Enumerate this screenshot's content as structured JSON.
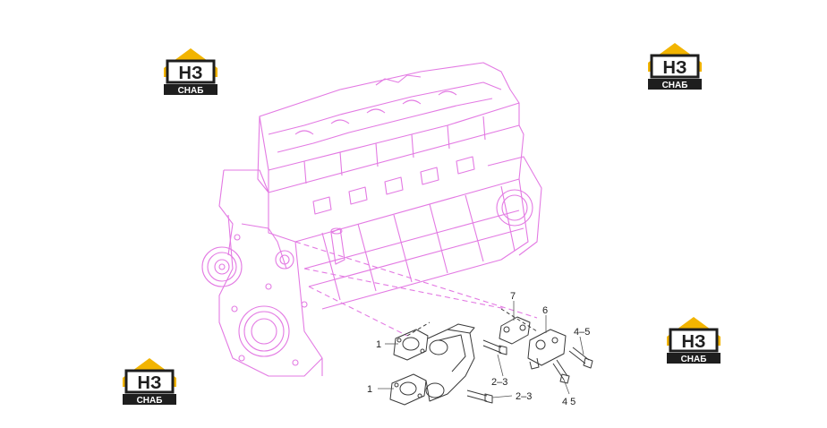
{
  "watermark": {
    "main_text": "НЗ",
    "sub_text": "СНАБ",
    "colors": {
      "roof": "#f2b400",
      "body": "#1e1e1e",
      "letters": "#1e1e1e",
      "sub_bg": "#1e1e1e",
      "sub_fg": "#ffffff"
    }
  },
  "drawing": {
    "engine_line_color": "#e37ae3",
    "part_line_color": "#3a3a3a",
    "callouts": [
      {
        "id": "c1a",
        "label": "1"
      },
      {
        "id": "c1b",
        "label": "1"
      },
      {
        "id": "c7",
        "label": "7"
      },
      {
        "id": "c6",
        "label": "6"
      },
      {
        "id": "c45a",
        "label": "4–5"
      },
      {
        "id": "c45b",
        "label": "4 5"
      },
      {
        "id": "c23a",
        "label": "2–3"
      },
      {
        "id": "c23b",
        "label": "2–3"
      }
    ]
  }
}
